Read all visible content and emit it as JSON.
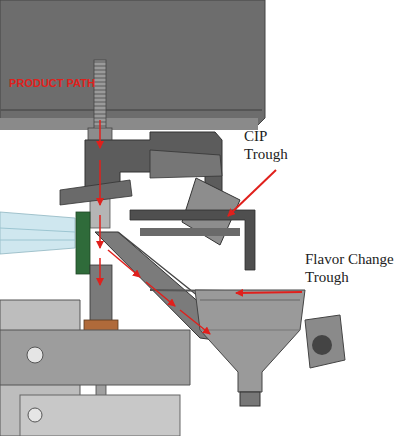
{
  "diagram": {
    "nodes": [
      {
        "text": [
          "PRODUCT PATH"
        ]
      }
    ],
    "labels": [
      "CIP Trough",
      "Flavor Change Trough"
    ]
  }
}
